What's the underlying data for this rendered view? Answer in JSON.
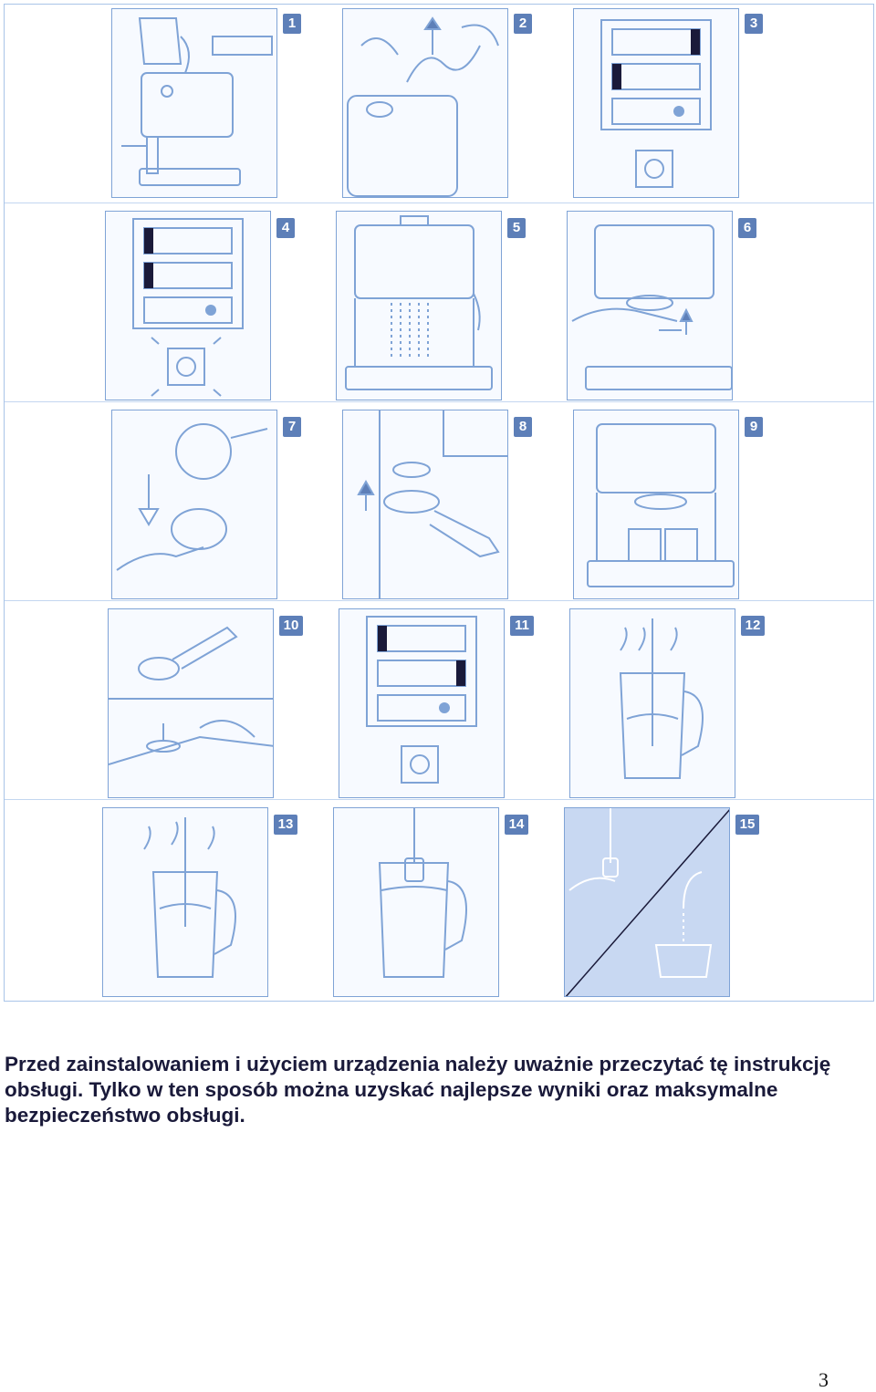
{
  "figure": {
    "step_numbers": [
      "1",
      "2",
      "3",
      "4",
      "5",
      "6",
      "7",
      "8",
      "9",
      "10",
      "11",
      "12",
      "13",
      "14",
      "15"
    ]
  },
  "intro_text": "Przed zainstalowaniem i użyciem urządzenia należy uważnie przeczytać tę instrukcję obsługi. Tylko w ten sposób można uzyskać najlepsze wyniki oraz maksymalne bezpieczeństwo obsługi.",
  "page_number": "3",
  "colors": {
    "line": "#7fa3d6",
    "badge": "#5d7fb8",
    "text": "#1a1a3a"
  }
}
